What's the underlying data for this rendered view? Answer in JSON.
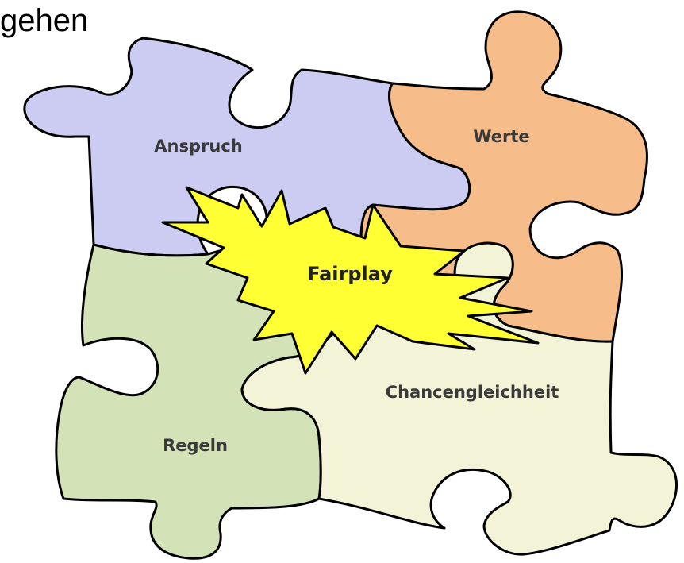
{
  "corner_text": "gehen",
  "colors": {
    "anspruch": "#ccccf2",
    "werte": "#f6bd8a",
    "regeln": "#d4e2b8",
    "chancengleichheit": "#f3f3d8",
    "burst": "#ffff33"
  },
  "pieces": {
    "anspruch": "Anspruch",
    "werte": "Werte",
    "regeln": "Regeln",
    "chancengleichheit": "Chancengleichheit"
  },
  "center": "Fairplay"
}
